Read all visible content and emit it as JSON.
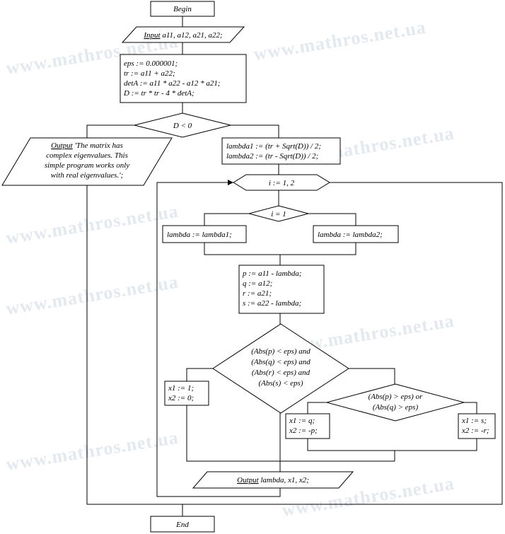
{
  "watermark": "www.mathros.net.ua",
  "colors": {
    "line": "#000000",
    "fill": "#ffffff",
    "watermark": "#e3e9ef"
  },
  "blocks": {
    "begin": "Begin",
    "input": {
      "keyword": "Input",
      "rest": "a11, a12, a21, a22;"
    },
    "init": [
      "eps := 0.000001;",
      "tr := a11 + a22;",
      "detA := a11 * a22 - a12 * a21;",
      "D := tr * tr - 4 * detA;"
    ],
    "cond_d": "D < 0",
    "output_complex": {
      "keyword": "Output",
      "lines": [
        "'The matrix has",
        "complex eigenvalues. This",
        "simple program works only",
        "with real eigenvalues.';"
      ]
    },
    "lambdas": [
      "lambda1 := (tr + Sqrt(D)) / 2;",
      "lambda2 := (tr - Sqrt(D)) / 2;"
    ],
    "loop": "i := 1, 2",
    "cond_i": "i = 1",
    "assign_l1": "lambda := lambda1;",
    "assign_l2": "lambda := lambda2;",
    "pqrs": [
      "p := a11 - lambda;",
      "q := a12;",
      "r := a21;",
      "s := a22 - lambda;"
    ],
    "cond_all": [
      "(Abs(p) < eps) and",
      "(Abs(q) < eps) and",
      "(Abs(r) < eps) and",
      "(Abs(s) < eps)"
    ],
    "x10": [
      "x1 := 1;",
      "x2 := 0;"
    ],
    "cond_pq": [
      "(Abs(p) > eps) or",
      "(Abs(q) > eps)"
    ],
    "xq": [
      "x1 := q;",
      "x2 := -p;"
    ],
    "xs": [
      "x1 := s;",
      "x2 := -r;"
    ],
    "output_final": {
      "keyword": "Output",
      "rest": "lambda, x1, x2;"
    },
    "end": "End"
  }
}
